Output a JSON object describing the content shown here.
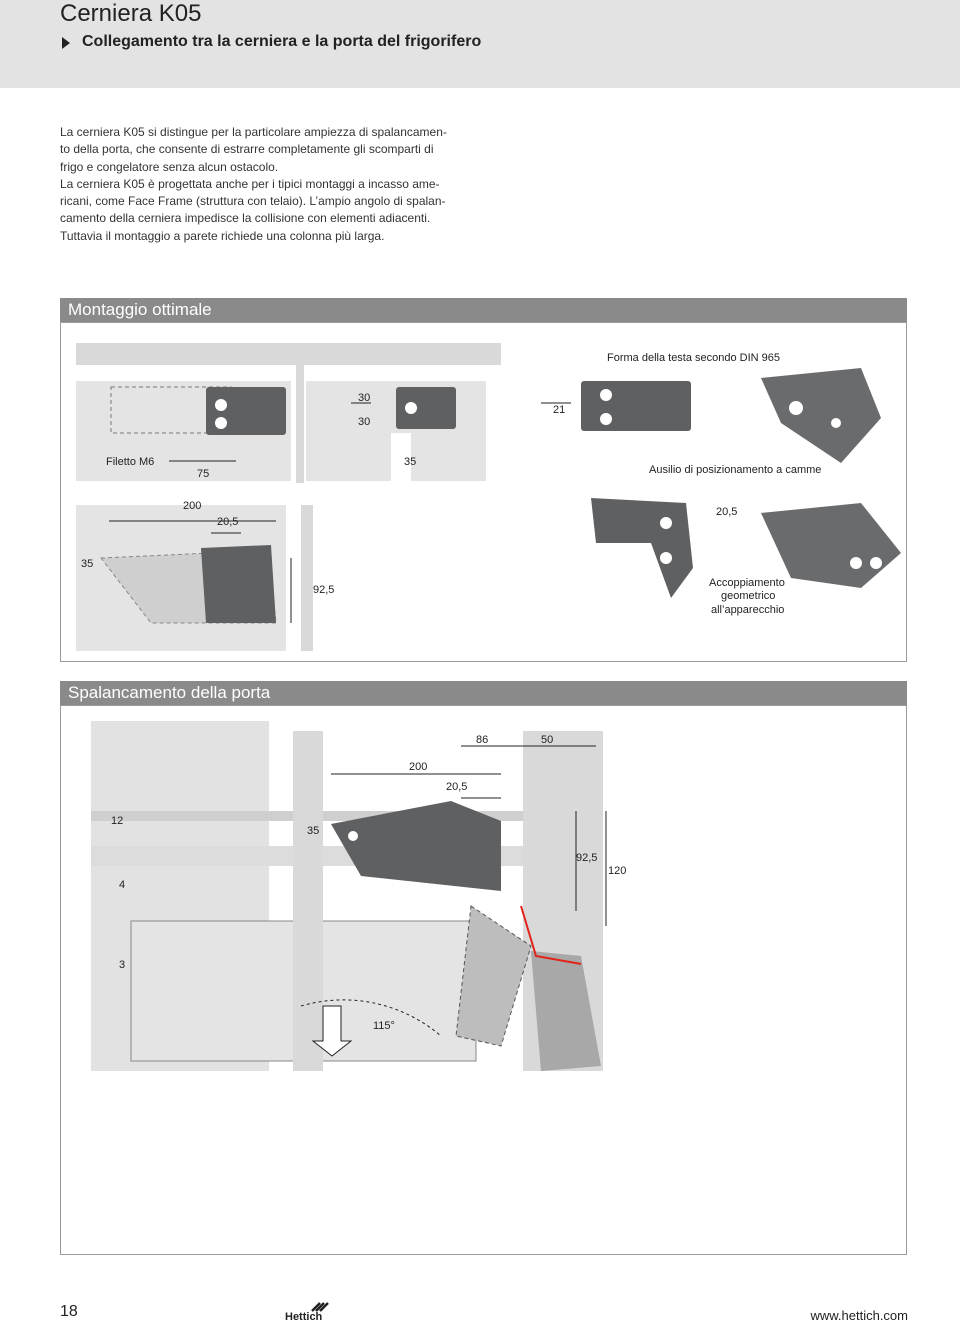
{
  "header": {
    "title": "Cerniera K05",
    "subtitle": "Collegamento tra la cerniera e la porta del frigorifero"
  },
  "intro": {
    "line1": "La cerniera K05 si distingue per la particolare ampiezza di spalancamen-",
    "line2": "to della porta, che consente di estrarre completamente gli scomparti di",
    "line3": "frigo e congelatore senza alcun ostacolo.",
    "line4": "La cerniera K05 è progettata anche per i tipici montaggi a incasso ame-",
    "line5": "ricani, come Face Frame (struttura con telaio). L’ampio angolo di spalan-",
    "line6": "camento della cerniera impedisce la collisione con elementi adiacenti.",
    "line7": "Tuttavia il montaggio a parete richiede una colonna più larga."
  },
  "section1": {
    "title": "Montaggio ottimale",
    "labels": {
      "din": "Forma della testa secondo DIN 965",
      "thread": "Filetto M6",
      "d75": "75",
      "d30a": "30",
      "d30b": "30",
      "d35a": "35",
      "d21": "21",
      "cam": "Ausilio di posizionamento a camme",
      "d200": "200",
      "d205a": "20,5",
      "d35b": "35",
      "d925": "92,5",
      "d205b": "20,5",
      "coupling1": "Accoppiamento",
      "coupling2": "geometrico",
      "coupling3": "all’apparecchio"
    }
  },
  "section2": {
    "title": "Spalancamento della porta",
    "labels": {
      "d86": "86",
      "d50": "50",
      "d200": "200",
      "d205": "20,5",
      "d12": "12",
      "d35": "35",
      "d925": "92,5",
      "d120": "120",
      "d4": "4",
      "d3": "3",
      "angle": "115°"
    }
  },
  "footer": {
    "page": "18",
    "brand": "Hettich",
    "url": "www.hettich.com"
  },
  "colors": {
    "header_band": "#e3e3e3",
    "section_bar": "#8a8a8a",
    "hinge_metal": "#5f6062",
    "panel_gray": "#d9d9d9",
    "red_line": "#e2231a"
  }
}
